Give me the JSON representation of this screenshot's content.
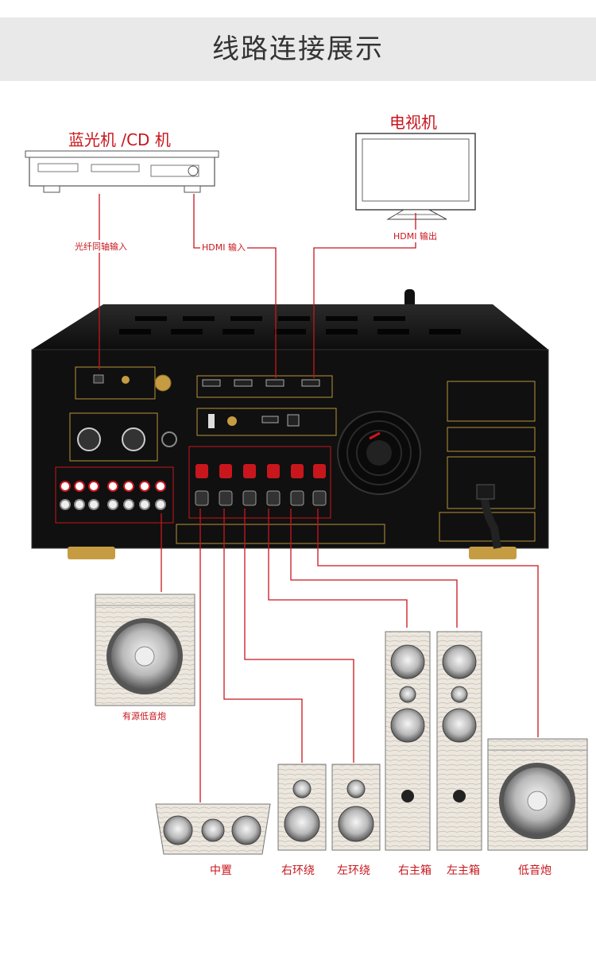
{
  "header": {
    "title": "线路连接展示"
  },
  "devices": {
    "bluray": "蓝光机 /CD 机",
    "tv": "电视机"
  },
  "connections": {
    "optical": "光纤同轴输入",
    "hdmi_in": "HDMI 输入",
    "hdmi_out": "HDMI 输出"
  },
  "speakers": {
    "active_sub": "有源低音炮",
    "center": "中置",
    "right_surround": "右环绕",
    "left_surround": "左环绕",
    "right_main": "右主箱",
    "left_main": "左主箱",
    "subwoofer": "低音炮"
  },
  "colors": {
    "line": "#c8161d",
    "amp_body": "#141414",
    "gold": "#b8923a",
    "wood": "#e8e2da"
  }
}
